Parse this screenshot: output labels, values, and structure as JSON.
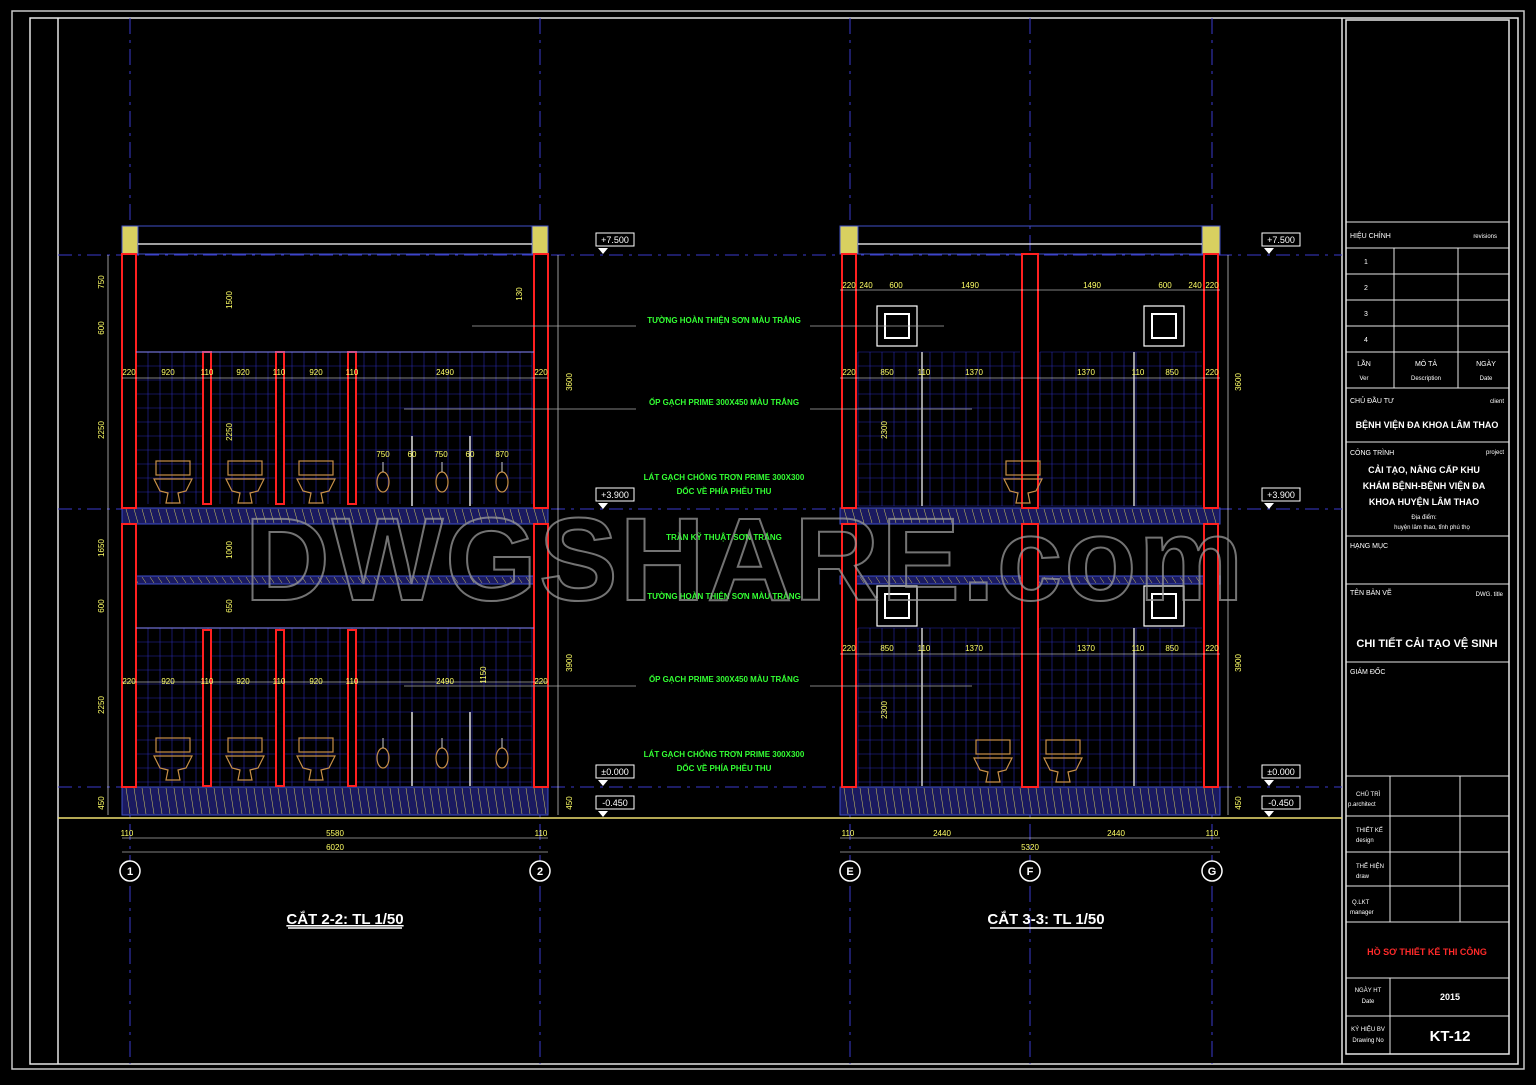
{
  "watermark": "DWGSHARE.com",
  "colors": {
    "background": "#000000",
    "frame": "#e6e6e6",
    "wall": "#ff2020",
    "grid_line": "#4a4ad8",
    "axis_line": "#3a3acc",
    "tile": "#2a2ab0",
    "slab": "#4050c8",
    "slab_fill": "#d8d060",
    "note": "#33ff33",
    "dim": "#ffff66",
    "fixture": "#c89048",
    "ground": "#f0e070",
    "stamp": "#ff2a2a"
  },
  "levels": [
    "+7.500",
    "+3.900",
    "±0.000",
    "-0.450"
  ],
  "notes": [
    "TƯỜNG HOÀN THIỆN SƠN MÀU TRẮNG",
    "ỐP GẠCH PRIME 300X450 MÀU TRẮNG",
    "LÁT GẠCH CHỐNG TRƠN PRIME 300X300",
    "DỐC VỀ PHÍA PHỄU THU",
    "TRẦN KỸ THUẬT SƠN TRẮNG",
    "TƯỜNG HOÀN THIỆN SƠN MÀU TRẮNG",
    "ỐP GẠCH PRIME 300X450 MÀU TRẮNG",
    "LÁT GẠCH CHỐNG TRƠN PRIME 300X300",
    "DỐC VỀ PHÍA PHỄU THU"
  ],
  "section_left": {
    "title": "CẮT 2-2: TL 1/50",
    "axes": [
      "1",
      "2"
    ],
    "top_dims": [
      "220",
      "920",
      "110",
      "920",
      "110",
      "920",
      "110",
      "2490",
      "220"
    ],
    "bottom_dims": [
      "110",
      "5580",
      "110"
    ],
    "total_dim": "6020",
    "left_dims": [
      "750",
      "600",
      "2250",
      "1650",
      "600",
      "2250",
      "450"
    ],
    "right_dims": [
      "130",
      "3600",
      "3900",
      "450"
    ],
    "inner_dims": [
      "1500",
      "2250",
      "1000",
      "650",
      "1150",
      "750",
      "60",
      "750",
      "60",
      "870"
    ]
  },
  "section_right": {
    "title": "CẮT 3-3: TL 1/50",
    "axes": [
      "E",
      "F",
      "G"
    ],
    "top_dims_upper": [
      "220",
      "240",
      "600",
      "1490",
      "1490",
      "600",
      "240",
      "220"
    ],
    "top_dims_lower": [
      "220",
      "850",
      "110",
      "1370",
      "1370",
      "110",
      "850",
      "220"
    ],
    "bottom_dims": [
      "110",
      "2440",
      "2440",
      "110"
    ],
    "total_dim": "5320",
    "right_dims": [
      "3600",
      "3900",
      "450"
    ],
    "inner_dims": [
      "2300",
      "2300"
    ]
  },
  "title_block": {
    "revisions_label": "HIỆU CHỈNH",
    "revisions_en": "revisions",
    "rev_numbers": [
      "1",
      "2",
      "3",
      "4"
    ],
    "col_ver": "LẦN",
    "col_ver_en": "Ver",
    "col_desc": "MÔ TẢ",
    "col_desc_en": "Description",
    "col_date": "NGÀY",
    "col_date_en": "Date",
    "client_label": "CHỦ ĐẦU TƯ",
    "client_en": "client",
    "client": "BỆNH VIỆN ĐA KHOA LÂM THAO",
    "project_label": "CÔNG TRÌNH",
    "project_en": "project",
    "project_lines": [
      "CẢI TẠO, NÂNG CẤP KHU",
      "KHÁM BỆNH-BỆNH VIỆN ĐA",
      "KHOA HUYỆN LÂM THAO"
    ],
    "location_label": "Địa điểm:",
    "location": "huyện lâm thao, tỉnh phú thọ",
    "item_label": "HẠNG MỤC",
    "dwg_title_label": "TÊN BẢN VẼ",
    "dwg_title_en": "DWG. title",
    "dwg_title": "CHI TIẾT CẢI TẠO VỆ SINH",
    "director_label": "GIÁM ĐỐC",
    "role_rows": [
      {
        "vi": "CHỦ TRÌ",
        "en": "p.architect"
      },
      {
        "vi": "THIẾT KẾ",
        "en": "design"
      },
      {
        "vi": "THỂ HIỆN",
        "en": "draw"
      },
      {
        "vi": "Q.LKT",
        "en": "manager"
      }
    ],
    "stamp": "HỒ SƠ THIẾT KẾ THI CÔNG",
    "date_label": "NGÀY HT",
    "date_label_en": "Date",
    "date": "2015",
    "dwg_no_label": "KÝ HIỆU BV",
    "dwg_no_label_en": "Drawing No",
    "dwg_no": "KT-12"
  }
}
